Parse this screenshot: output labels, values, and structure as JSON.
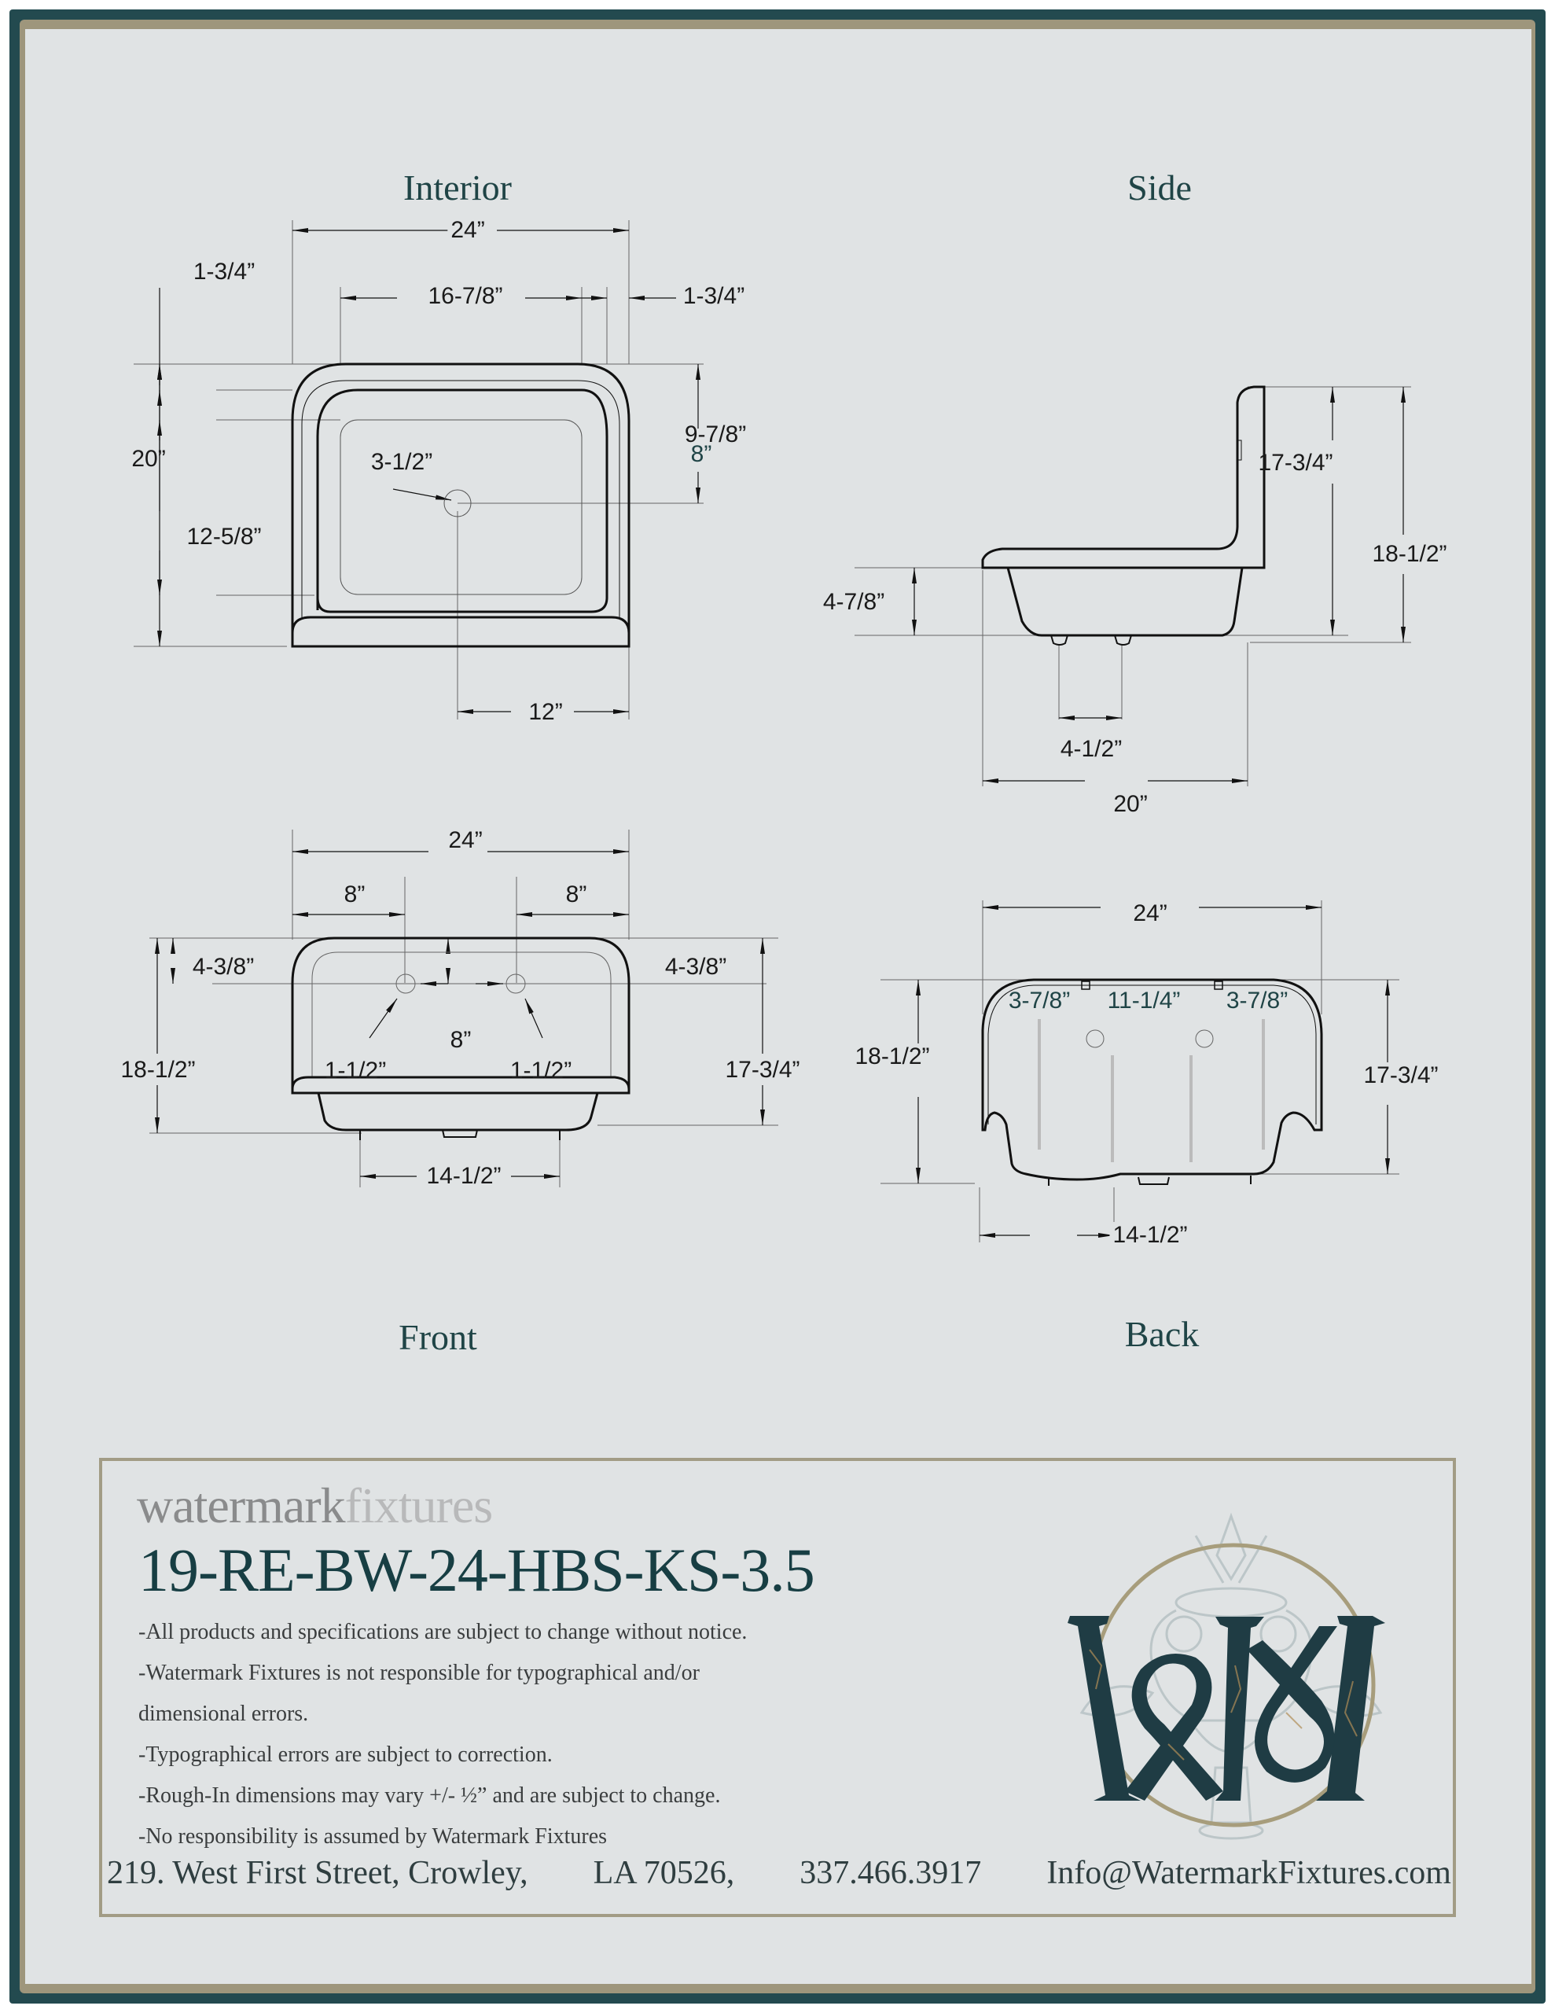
{
  "colors": {
    "frame_outer": "#234a4f",
    "frame_gold": "#9e967c",
    "page_bg": "#e0e3e4",
    "title_teal": "#1f4446",
    "model_teal": "#173e43",
    "line": "#1a1a1a",
    "brand_dark": "#8a8b8c",
    "brand_light": "#b8b9ba",
    "logo_gold_ring": "#a79d7c",
    "logo_letters": "#1f3c44"
  },
  "views": {
    "interior": {
      "title": "Interior",
      "dims": {
        "overall_width": "24”",
        "top_margin": "1-3/4”",
        "bowl_width": "16-7/8”",
        "right_margin": "1-3/4”",
        "overall_depth": "20”",
        "drain_diameter": "3-1/2”",
        "drain_from_back": "9-7/8”",
        "drain_from_back_alt": "8”",
        "bowl_depth": "12-5/8”",
        "drain_center": "12”"
      }
    },
    "side": {
      "title": "Side",
      "dims": {
        "backsplash_height": "17-3/4”",
        "overall_height": "18-1/2”",
        "basin_depth": "4-7/8”",
        "leg_spacing": "4-1/2”",
        "overall_depth": "20”"
      }
    },
    "front": {
      "title": "Front",
      "dims": {
        "overall_width": "24”",
        "left_hole_offset": "8”",
        "right_hole_offset": "8”",
        "hole_spacing": "8”",
        "left_hole_from_top": "4-3/8”",
        "right_hole_from_top": "4-3/8”",
        "left_hole_diameter": "1-1/2”",
        "right_hole_diameter": "1-1/2”",
        "overall_height": "18-1/2”",
        "backsplash_height": "17-3/4”",
        "leg_spacing": "14-1/2”"
      }
    },
    "back": {
      "title": "Back",
      "dims": {
        "overall_width": "24”",
        "left_offset": "3-7/8”",
        "center_span": "11-1/4”",
        "right_offset": "3-7/8”",
        "overall_height": "18-1/2”",
        "backsplash_height": "17-3/4”",
        "leg_spacing": "14-1/2”"
      }
    }
  },
  "info": {
    "brand_part1": "watermark",
    "brand_part2": "fixtures",
    "model_number": "19-RE-BW-24-HBS-KS-3.5",
    "notes": [
      "-All products and specifications are subject to change without notice.",
      "-Watermark Fixtures is not responsible for typographical and/or",
      "dimensional errors.",
      "-Typographical errors are subject to correction.",
      "-Rough-In dimensions may vary +/- ½” and are subject to change.",
      "-No responsibility is assumed by Watermark Fixtures"
    ],
    "address": {
      "street": "219. West First Street, Crowley,",
      "state_zip": "LA 70526,",
      "phone": "337.466.3917",
      "email": "Info@WatermarkFixtures.com"
    },
    "logo_icon": "wm-monogram-logo"
  }
}
